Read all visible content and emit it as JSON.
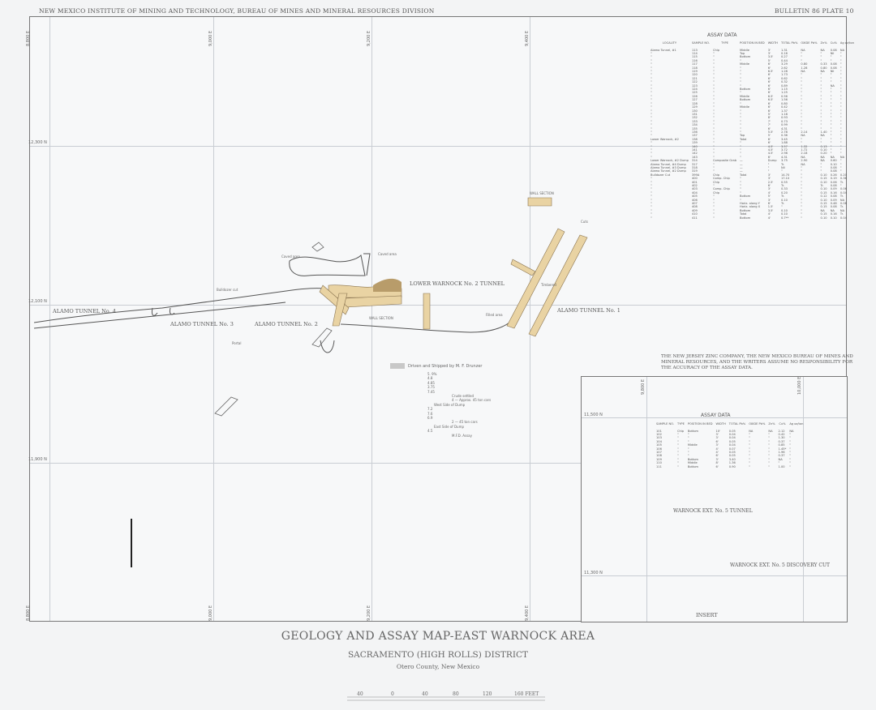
{
  "header": {
    "left": "NEW MEXICO INSTITUTE OF MINING AND TECHNOLOGY, BUREAU OF MINES AND MINERAL RESOURCES DIVISION",
    "right": "BULLETIN 86   PLATE 10"
  },
  "grid": {
    "east": [
      "8,800 E",
      "9,000 E",
      "9,200 E",
      "9,400 E"
    ],
    "north": [
      "12,300 N",
      "12,100 N",
      "11,900 N"
    ]
  },
  "map_labels": {
    "alamo4": "ALAMO TUNNEL No. 4",
    "alamo3": "ALAMO TUNNEL No. 3",
    "alamo2": "ALAMO TUNNEL No. 2",
    "alamo1": "ALAMO TUNNEL No. 1",
    "lower_warnock": "LOWER WARNOCK No. 2 TUNNEL",
    "caved1": "Caved area",
    "caved2": "Caved area",
    "bulldozer": "Bulldozer cut",
    "portal": "Portal",
    "filled": "Filled area",
    "timbered": "Timbered",
    "cuts": "Cuts",
    "wall_section": "WALL SECTION"
  },
  "legend": {
    "driven": "Driven and Shipped by M. F. Drunzer",
    "lines": [
      "5. 9%",
      "4.8",
      "4.85",
      "3.75",
      "7.45",
      "Crude settled",
      "4 — Approx. 45 ton cars",
      "West Side of Dump",
      "7.2",
      "7.6",
      "6.9",
      "2 — 45 ton cars",
      "East Side of Dump",
      "4.5",
      "M.F.D. Assay"
    ]
  },
  "assay_main": {
    "title": "ASSAY DATA",
    "headers": [
      "LOCALITY",
      "SAMPLE NO.",
      "TYPE",
      "POSITION IN BED",
      "WIDTH",
      "TOTAL Pb%",
      "OXIDE Pb%",
      "Zn%",
      "Cu%",
      "Ag oz/ton"
    ],
    "rows": [
      [
        "Alamo Tunnel, #1",
        "113",
        "Chip",
        "Middle",
        "3'",
        "1.31",
        "NA",
        "NA",
        "0.08",
        "NA"
      ],
      [
        "\"",
        "114",
        "\"",
        "Top",
        "3'",
        "0.16",
        "\"",
        "\"",
        "Nil",
        "\""
      ],
      [
        "\"",
        "115",
        "\"",
        "Bottom",
        "3.5'",
        "0.27",
        "\"",
        "\"",
        "\"",
        "\""
      ],
      [
        "\"",
        "116",
        "\"",
        "\"",
        "5'",
        "0.44",
        "\"",
        "\"",
        "\"",
        "\""
      ],
      [
        "\"",
        "117",
        "\"",
        "Middle",
        "6'",
        "3.29",
        "0.80",
        "0.33",
        "0.08",
        "\""
      ],
      [
        "\"",
        "118",
        "\"",
        "\"",
        "6'",
        "2.62",
        "1.28",
        "0.80",
        "0.08",
        "\""
      ],
      [
        "\"",
        "119",
        "\"",
        "\"",
        "6.5'",
        "1.28",
        "NA",
        "NA",
        "Nil",
        "\""
      ],
      [
        "\"",
        "120",
        "\"",
        "\"",
        "6'",
        "1.73",
        "\"",
        "\"",
        "\"",
        "\""
      ],
      [
        "\"",
        "121",
        "\"",
        "\"",
        "6'",
        "0.62",
        "\"",
        "\"",
        "\"",
        "\""
      ],
      [
        "\"",
        "122",
        "\"",
        "\"",
        "6'",
        "0.32",
        "\"",
        "\"",
        "\"",
        "\""
      ],
      [
        "\"",
        "123",
        "\"",
        "\"",
        "6'",
        "0.89",
        "\"",
        "\"",
        "NA",
        "\""
      ],
      [
        "\"",
        "124",
        "\"",
        "Bottom",
        "6'",
        "1.15",
        "\"",
        "\"",
        "\"",
        "\""
      ],
      [
        "\"",
        "125",
        "\"",
        "\"",
        "6'",
        "1.25",
        "\"",
        "\"",
        "\"",
        "\""
      ],
      [
        "\"",
        "126",
        "\"",
        "Middle",
        "6.5'",
        "0.56",
        "\"",
        "\"",
        "\"",
        "\""
      ],
      [
        "\"",
        "127",
        "\"",
        "Bottom",
        "6.5'",
        "1.56",
        "\"",
        "\"",
        "\"",
        "\""
      ],
      [
        "\"",
        "128",
        "\"",
        "\"",
        "6'",
        "0.80",
        "\"",
        "\"",
        "\"",
        "\""
      ],
      [
        "\"",
        "129",
        "\"",
        "Middle",
        "6'",
        "0.42",
        "\"",
        "\"",
        "\"",
        "\""
      ],
      [
        "\"",
        "130",
        "\"",
        "\"",
        "6'",
        "1.37",
        "\"",
        "\"",
        "\"",
        "\""
      ],
      [
        "\"",
        "131",
        "\"",
        "\"",
        "5'",
        "1.18",
        "\"",
        "\"",
        "\"",
        "\""
      ],
      [
        "\"",
        "132",
        "\"",
        "\"",
        "8'",
        "0.93",
        "\"",
        "\"",
        "\"",
        "\""
      ],
      [
        "\"",
        "133",
        "\"",
        "\"",
        "7'",
        "0.73",
        "\"",
        "\"",
        "\"",
        "\""
      ],
      [
        "\"",
        "134",
        "\"",
        "\"",
        "7'",
        "0.99",
        "\"",
        "\"",
        "\"",
        "\""
      ],
      [
        "\"",
        "135",
        "\"",
        "\"",
        "6'",
        "4.31",
        "\"",
        "\"",
        "\"",
        "\""
      ],
      [
        "\"",
        "136",
        "\"",
        "\"",
        "5.5'",
        "2.78",
        "2.14",
        "1.40",
        "\"",
        "\""
      ],
      [
        "\"",
        "137",
        "\"",
        "Top",
        "5'",
        "0.36",
        "NA",
        "NA",
        "\"",
        "\""
      ],
      [
        "Lower Warnock, #2",
        "138",
        "\"",
        "Total",
        "6'",
        "3.45",
        "\"",
        "\"",
        "\"",
        "\""
      ],
      [
        "\"",
        "139",
        "\"",
        "\"",
        "6'",
        "1.88",
        "\"",
        "\"",
        "\"",
        "\""
      ],
      [
        "\"",
        "140",
        "\"",
        "\"",
        "4.5'",
        "3.57",
        "1.32",
        "0.13",
        "\"",
        "\""
      ],
      [
        "\"",
        "141",
        "\"",
        "\"",
        "4.5'",
        "3.72",
        "1.72",
        "0.10",
        "\"",
        "\""
      ],
      [
        "\"",
        "142",
        "\"",
        "\"",
        "4.5'",
        "2.98",
        "2.18",
        "0.20",
        "\"",
        "\""
      ],
      [
        "\"",
        "143",
        "\"",
        "\"",
        "6'",
        "4.31",
        "NA",
        "NA",
        "NA",
        "NA"
      ],
      [
        "Lower Warnock, #2 Dump",
        "314",
        "Composite Grab",
        "—",
        "Dump",
        "3.75",
        "2.90",
        "NA",
        "0.60",
        "\""
      ],
      [
        "Alamo Tunnel, #4 Dump",
        "317",
        "\"",
        "—",
        "\"",
        "Tr.",
        "NA",
        "\"",
        "0.10",
        "\""
      ],
      [
        "Alamo Tunnel, #3 Dump",
        "318",
        "\"",
        "—",
        "\"",
        "Nil",
        "\"",
        "\"",
        "0.08",
        "\""
      ],
      [
        "Alamo Tunnel, #2 Dump",
        "319",
        "\"",
        "—",
        "\"",
        "\"",
        "\"",
        "\"",
        "0.08",
        "\""
      ],
      [
        "Bulldozer Cut",
        "399A",
        "Chip",
        "Total",
        "3'",
        "14.70",
        "\"",
        "0.10",
        "0.26",
        "0.20"
      ],
      [
        "\"",
        "400",
        "Comp. Chip",
        "\"",
        "3'",
        "17.10",
        "\"",
        "0.15",
        "0.19",
        "0.36"
      ],
      [
        "\"",
        "401",
        "Chip",
        "\"",
        "2.5'",
        "0.55",
        "\"",
        "0.10",
        "0.06",
        "Tr."
      ],
      [
        "\"",
        "402",
        "\"",
        "\"",
        "6'",
        "Tr.",
        "\"",
        "Tr.",
        "0.08",
        "\""
      ],
      [
        "\"",
        "403",
        "Comp. Chip",
        "\"",
        "3'",
        "0.33",
        "\"",
        "0.10",
        "0.09",
        "0.06"
      ],
      [
        "\"",
        "404",
        "Chip",
        "\"",
        "4'",
        "0.20",
        "\"",
        "0.15",
        "0.16",
        "0.04"
      ],
      [
        "\"",
        "405",
        "\"",
        "Bottom",
        "5'",
        "Tr.",
        "\"",
        "0.12",
        "0.08",
        "Tr."
      ],
      [
        "\"",
        "406",
        "\"",
        "\"",
        "3'",
        "0.10",
        "\"",
        "0.10",
        "0.09",
        "NA"
      ],
      [
        "\"",
        "407",
        "\"",
        "Horiz. along Y",
        "6'",
        "Tr.",
        "\"",
        "0.15",
        "0.48",
        "0.08"
      ],
      [
        "\"",
        "408",
        "\"",
        "Horiz. along X",
        "1.5'",
        "\"",
        "\"",
        "0.15",
        "0.08",
        "Tr."
      ],
      [
        "\"",
        "409",
        "\"",
        "Bottom",
        "3.5'",
        "0.10",
        "\"",
        "NA",
        "NA",
        "NA"
      ],
      [
        "\"",
        "410",
        "\"",
        "Total",
        "4'",
        "0.10",
        "\"",
        "0.15",
        "0.16",
        "Tr."
      ],
      [
        "\"",
        "411",
        "\"",
        "Bottom",
        "4'",
        "0.7**",
        "\"",
        "0.10",
        "0.10",
        "0.04"
      ]
    ],
    "disclaimer": "THE NEW JERSEY ZINC COMPANY, THE NEW MEXICO BUREAU OF MINES AND MINERAL RESOURCES, AND THE WRITERS ASSUME NO RESPONSIBILITY FOR THE ACCURACY OF THE ASSAY DATA."
  },
  "insert": {
    "label": "INSERT",
    "grid": {
      "north": [
        "11,500 N",
        "11,300 N"
      ],
      "east": [
        "9,800 E",
        "10,000 E"
      ]
    },
    "title": "ASSAY DATA",
    "headers": [
      "SAMPLE NO.",
      "TYPE",
      "POSITION IN BED",
      "WIDTH",
      "TOTAL Pb%",
      "OXIDE Pb%",
      "Zn%",
      "Cu%",
      "Ag oz/ton"
    ],
    "rows": [
      [
        "101",
        "Chip",
        "Bottom",
        "10'",
        "0.05",
        "NA",
        "NA",
        "2.12",
        "NA"
      ],
      [
        "102",
        "\"",
        "\"",
        "3'",
        "0.04",
        "\"",
        "\"",
        "0.42",
        "\""
      ],
      [
        "103",
        "\"",
        "\"",
        "3'",
        "0.04",
        "\"",
        "\"",
        "1.30",
        "\""
      ],
      [
        "104",
        "\"",
        "\"",
        "6'",
        "0.05",
        "\"",
        "\"",
        "0.37",
        "\""
      ],
      [
        "105",
        "\"",
        "Middle",
        "3'",
        "0.04",
        "\"",
        "\"",
        "0.85",
        "\""
      ],
      [
        "106",
        "\"",
        "\"",
        "4'",
        "0.07",
        "\"",
        "\"",
        "1.45*",
        "\""
      ],
      [
        "107",
        "\"",
        "\"",
        "4'",
        "0.05",
        "\"",
        "\"",
        "1.96",
        "\""
      ],
      [
        "108",
        "\"",
        "\"",
        "6'",
        "0.05",
        "\"",
        "\"",
        "0.37",
        "\""
      ],
      [
        "109",
        "\"",
        "Bottom",
        "3'",
        "3.40",
        "\"",
        "\"",
        "NA",
        "\""
      ],
      [
        "110",
        "\"",
        "Middle",
        "8'",
        "1.36",
        "\"",
        "\"",
        "\"",
        "\""
      ],
      [
        "111",
        "\"",
        "Bottom",
        "6'",
        "0.90",
        "\"",
        "\"",
        "1.00",
        "\""
      ]
    ],
    "tunnel": "WARNOCK EXT. No. 5 TUNNEL",
    "cut": "WARNOCK EXT. No. 5 DISCOVERY CUT"
  },
  "title": {
    "main": "GEOLOGY AND ASSAY MAP-EAST WARNOCK AREA",
    "district": "SACRAMENTO (HIGH ROLLS) DISTRICT",
    "county": "Otero County, New Mexico"
  },
  "scale": {
    "ticks": [
      "40",
      "0",
      "40",
      "80",
      "120",
      "160 FEET"
    ]
  },
  "colors": {
    "vein": "#e9d3a3",
    "ore": "#b89c6a",
    "line": "#555555"
  }
}
